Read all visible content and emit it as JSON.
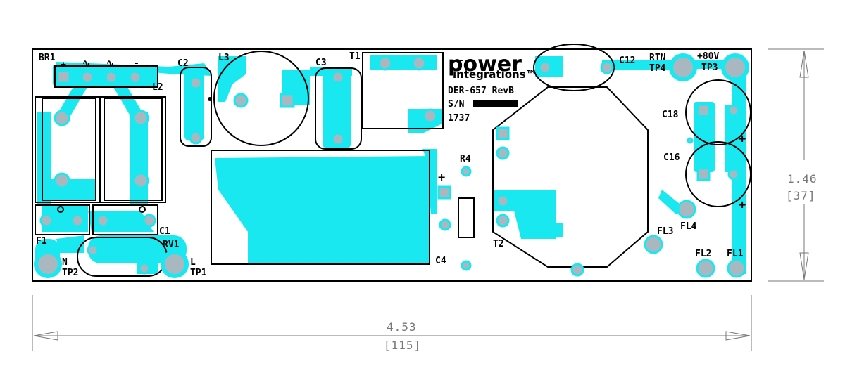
{
  "colors": {
    "copper": "#19e8f0",
    "pad": "#a9b8c0",
    "outline": "#000000",
    "dimension": "#777777"
  },
  "branding": {
    "logo_word": "power",
    "logo_sub": "integrations™",
    "design": "DER-657 RevB",
    "serial_label": "S/N",
    "date_code": "1737"
  },
  "refs": {
    "br1": "BR1",
    "br1_plus": "+",
    "br1_ac1": "∿",
    "br1_ac2": "∿",
    "br1_minus": "-",
    "c2": "C2",
    "l3": "L3",
    "c3": "C3",
    "t1": "T1",
    "c12": "C12",
    "rtn": "RTN",
    "tp4": "TP4",
    "v80": "+80V",
    "tp3": "TP3",
    "l2": "L2",
    "c18": "C18",
    "c16": "C16",
    "r4": "R4",
    "c1": "C1",
    "rv1": "RV1",
    "f1": "F1",
    "n": "N",
    "tp2": "TP2",
    "l": "L",
    "tp1": "TP1",
    "c4": "C4",
    "t2": "T2",
    "fl3": "FL3",
    "fl4": "FL4",
    "fl2": "FL2",
    "fl1": "FL1",
    "plus_r4": "+",
    "plus_c18": "+",
    "plus_c16": "+"
  },
  "dimensions": {
    "height_in": "1.46",
    "height_mm": "[37]",
    "width_in": "4.53",
    "width_mm": "[115]"
  }
}
